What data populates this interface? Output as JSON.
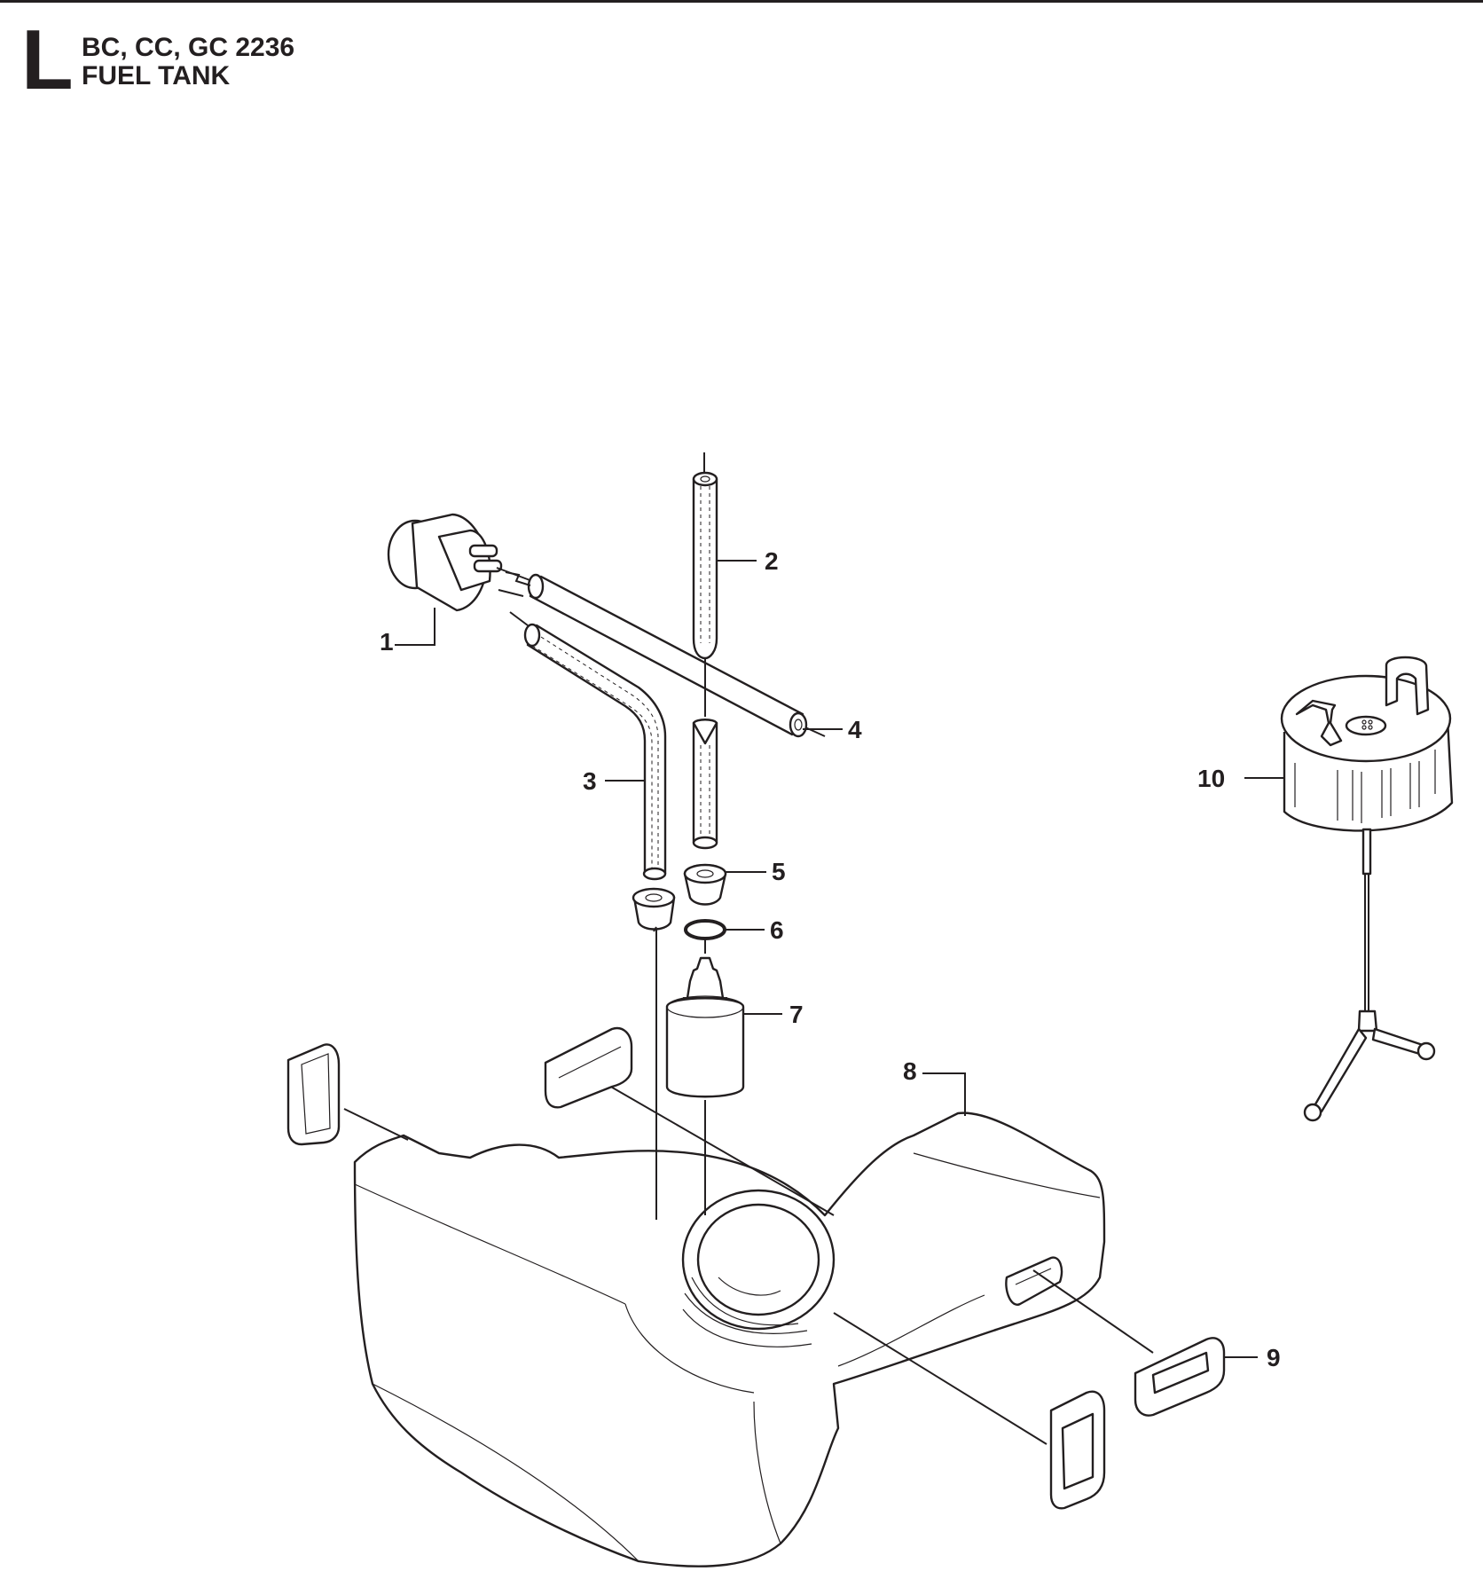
{
  "header": {
    "section_letter": "L",
    "models": "BC, CC, GC 2236",
    "title": "FUEL TANK"
  },
  "callouts": [
    "1",
    "2",
    "3",
    "4",
    "5",
    "6",
    "7",
    "8",
    "9",
    "10"
  ],
  "colors": {
    "ink": "#231f20",
    "paper": "#ffffff"
  }
}
